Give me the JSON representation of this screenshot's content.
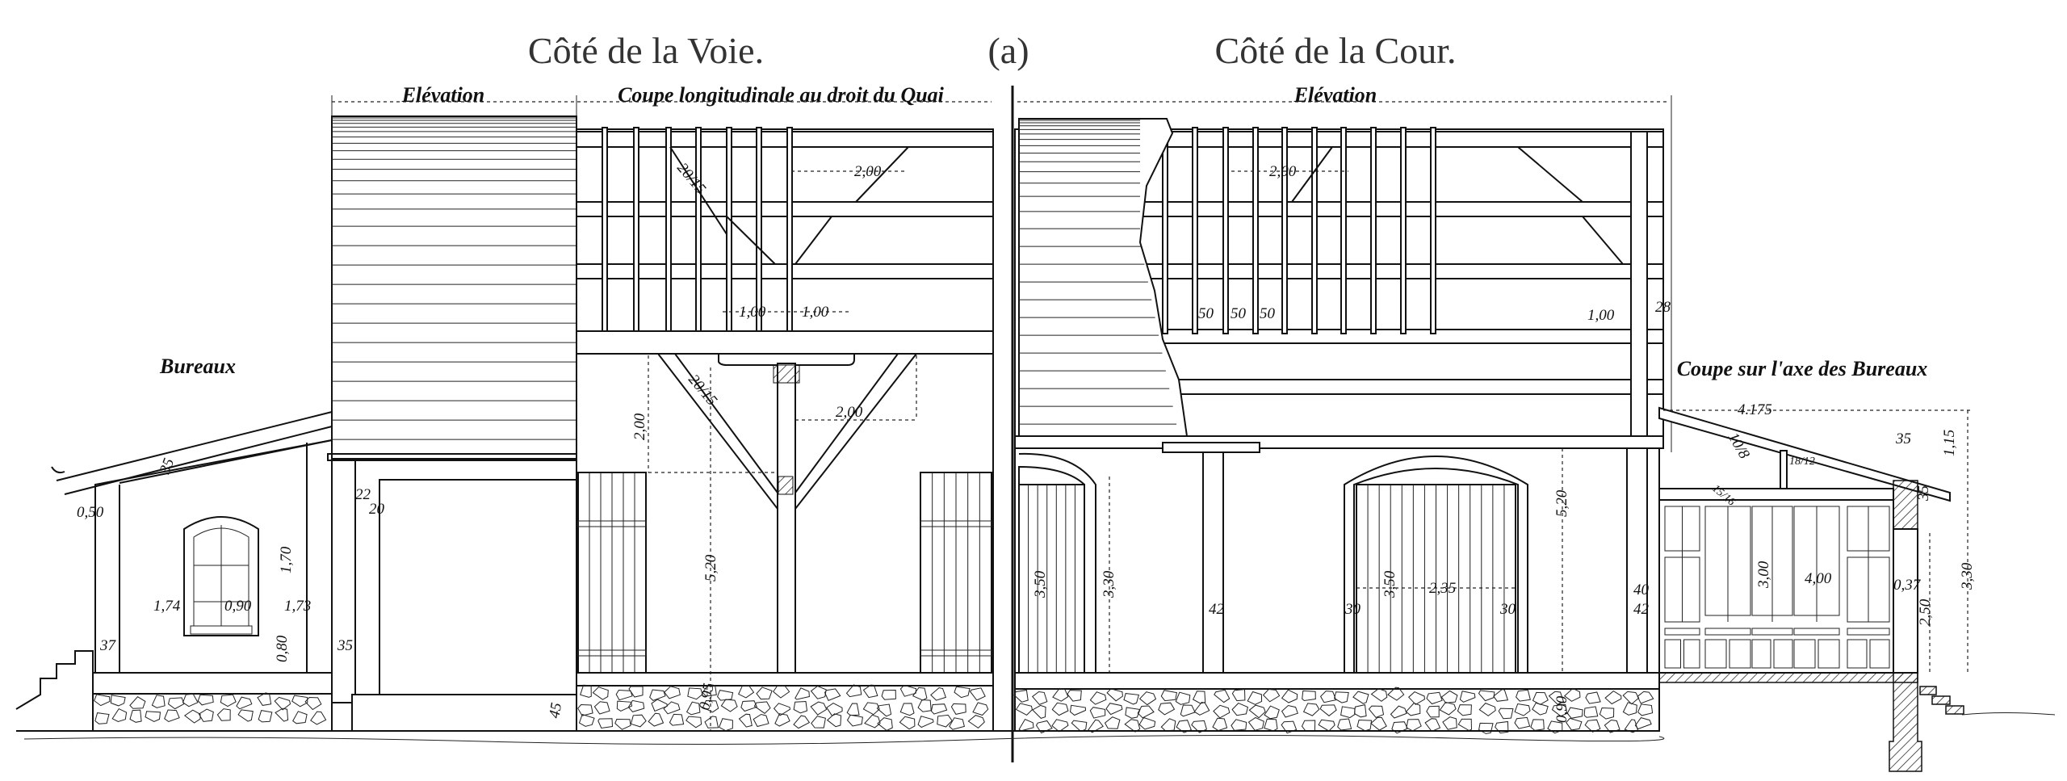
{
  "titles": {
    "left": "Côté de la Voie.",
    "center": "(a)",
    "right": "Côté de la Cour."
  },
  "section_labels": {
    "elevation_left": "Elévation",
    "coupe_quai": "Coupe longitudinale au droit du Quai",
    "elevation_right": "Elévation",
    "bureaux": "Bureaux",
    "coupe_bureaux": "Coupe sur l'axe des Bureaux"
  },
  "dimensions": {
    "bureaux": {
      "eave": "0,50",
      "roof": "35",
      "left_pier": "1,74",
      "window_w": "0,90",
      "right_pier": "1,73",
      "window_h": "1,70",
      "sill": "0,80",
      "wall_left": "37",
      "wall_right": "35",
      "post_a": "22",
      "post_b": "20",
      "plinth": "45"
    },
    "quai": {
      "brace_top": "20/15",
      "span_top": "2,00",
      "half_a": "1,00",
      "half_b": "1,00",
      "brace_low": "20/15",
      "brace_h": "2,00",
      "brace_w": "2,00",
      "height": "5,20",
      "base": "0,95"
    },
    "cour": {
      "span_top": "2,00",
      "post_a": "50",
      "post_b": "50",
      "post_c": "50",
      "overhang": "1,00",
      "edge": "28",
      "door_small_h": "3,50",
      "door_small_opening": "3,30",
      "pier_a": "42",
      "jamb_a": "30",
      "door_h": "3,50",
      "door_w": "2,35",
      "jamb_b": "30",
      "height": "5,20",
      "base": "0,90",
      "pier_b_top": "40",
      "pier_b": "42"
    },
    "coupe_bureaux": {
      "depth": "4.175",
      "rafter": "10/8",
      "cornice": "35",
      "roof_rise": "1,15",
      "strut": "18/12",
      "joist": "15/16",
      "partition_h": "3,00",
      "partition_w": "4,00",
      "wall": "0,37",
      "window_h": "2,50",
      "height": "3,30",
      "eave_drop": "35"
    }
  }
}
